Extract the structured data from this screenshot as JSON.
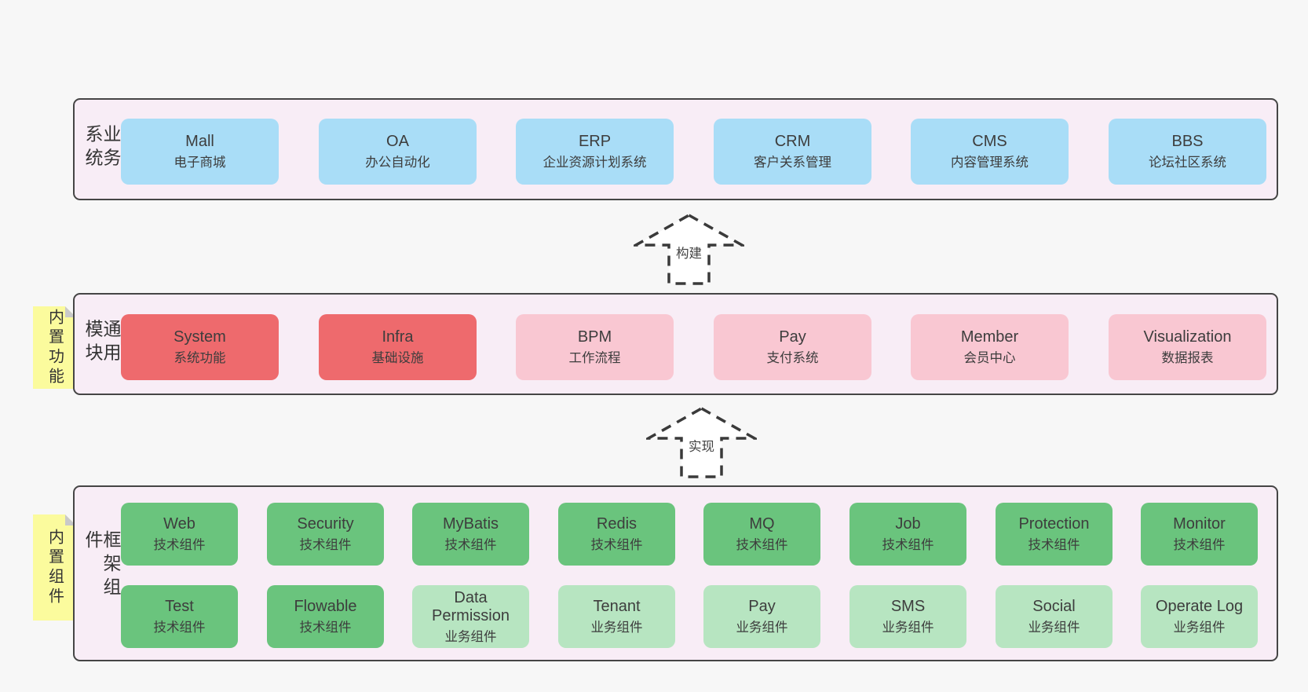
{
  "diagram": {
    "arrows": [
      {
        "label": "构建"
      },
      {
        "label": "实现"
      }
    ],
    "bands": [
      {
        "label": "业务系统",
        "rows": [
          [
            {
              "title": "Mall",
              "subtitle": "电子商城"
            },
            {
              "title": "OA",
              "subtitle": "办公自动化"
            },
            {
              "title": "ERP",
              "subtitle": "企业资源计划系统"
            },
            {
              "title": "CRM",
              "subtitle": "客户关系管理"
            },
            {
              "title": "CMS",
              "subtitle": "内容管理系统"
            },
            {
              "title": "BBS",
              "subtitle": "论坛社区系统"
            }
          ]
        ]
      },
      {
        "label": "通用模块",
        "tag": "内置功能",
        "rows": [
          [
            {
              "title": "System",
              "subtitle": "系统功能"
            },
            {
              "title": "Infra",
              "subtitle": "基础设施"
            },
            {
              "title": "BPM",
              "subtitle": "工作流程"
            },
            {
              "title": "Pay",
              "subtitle": "支付系统"
            },
            {
              "title": "Member",
              "subtitle": "会员中心"
            },
            {
              "title": "Visualization",
              "subtitle": "数据报表"
            }
          ]
        ]
      },
      {
        "label": "框架组件",
        "tag": "内置组件",
        "rows": [
          [
            {
              "title": "Web",
              "subtitle": "技术组件"
            },
            {
              "title": "Security",
              "subtitle": "技术组件"
            },
            {
              "title": "MyBatis",
              "subtitle": "技术组件"
            },
            {
              "title": "Redis",
              "subtitle": "技术组件"
            },
            {
              "title": "MQ",
              "subtitle": "技术组件"
            },
            {
              "title": "Job",
              "subtitle": "技术组件"
            },
            {
              "title": "Protection",
              "subtitle": "技术组件"
            },
            {
              "title": "Monitor",
              "subtitle": "技术组件"
            }
          ],
          [
            {
              "title": "Test",
              "subtitle": "技术组件"
            },
            {
              "title": "Flowable",
              "subtitle": "技术组件"
            },
            {
              "title": "Data Permission",
              "subtitle": "业务组件"
            },
            {
              "title": "Tenant",
              "subtitle": "业务组件"
            },
            {
              "title": "Pay",
              "subtitle": "业务组件"
            },
            {
              "title": "SMS",
              "subtitle": "业务组件"
            },
            {
              "title": "Social",
              "subtitle": "业务组件"
            },
            {
              "title": "Operate Log",
              "subtitle": "业务组件"
            }
          ]
        ]
      }
    ],
    "colors": {
      "background": "#f7f7f7",
      "band_background": "#f8edf6",
      "band_border": "#454545",
      "blue_box": "#a9ddf7",
      "red_box": "#ee6a6d",
      "pink_box": "#f9c7d2",
      "green_box": "#6ac47d",
      "light_green_box": "#b7e5c1",
      "tag_background": "#fbfb9d",
      "tag_fold": "#c9c9c9"
    }
  }
}
